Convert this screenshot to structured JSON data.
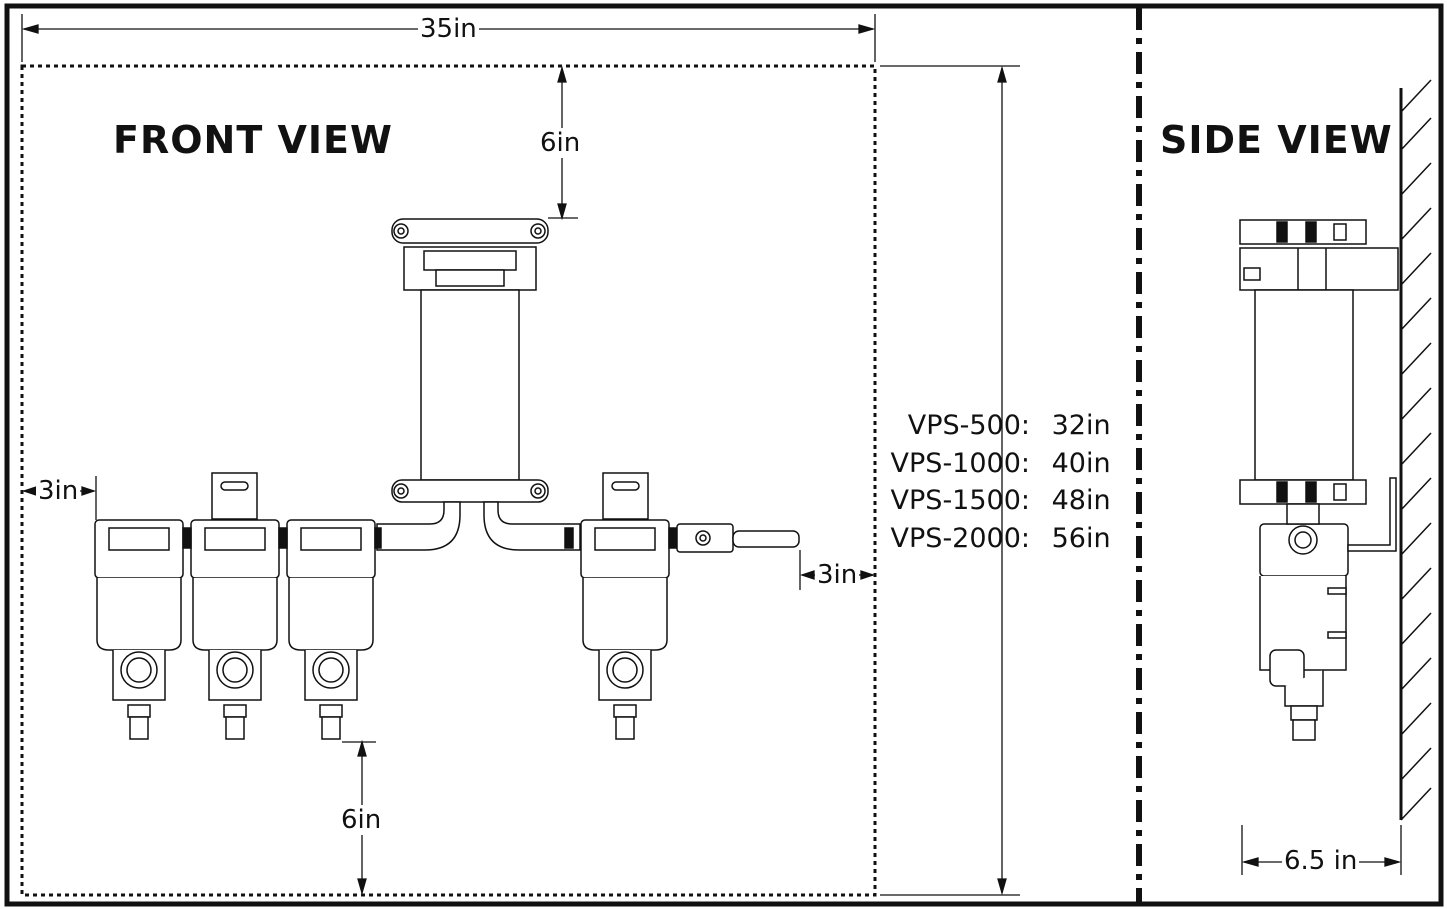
{
  "front_view": {
    "title": "FRONT VIEW",
    "width_label": "35in",
    "top_clearance_label": "6in",
    "bottom_clearance_label": "6in",
    "left_clearance_label": "3in",
    "right_clearance_label": "3in"
  },
  "side_view": {
    "title": "SIDE VIEW",
    "depth_label": "6.5 in"
  },
  "height_table": [
    {
      "model": "VPS-500:",
      "height": "32in"
    },
    {
      "model": "VPS-1000:",
      "height": "40in"
    },
    {
      "model": "VPS-1500:",
      "height": "48in"
    },
    {
      "model": "VPS-2000:",
      "height": "56in"
    }
  ],
  "colors": {
    "line": "#111111",
    "fill": "#ffffff",
    "background": "#ffffff"
  }
}
